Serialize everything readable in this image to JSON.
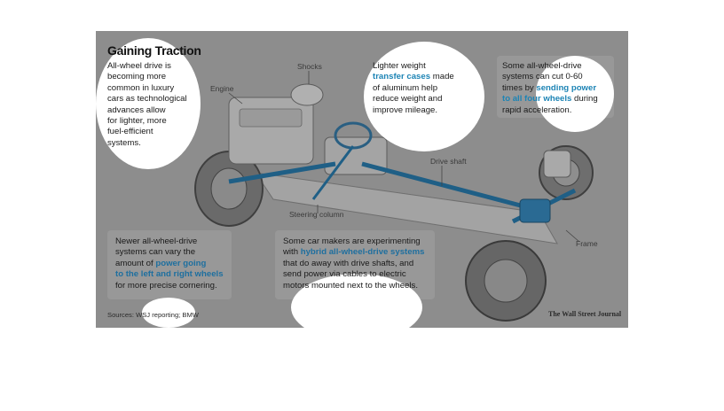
{
  "title": "Gaining Traction",
  "intro": {
    "lines": [
      "All-wheel drive is",
      "becoming more",
      "common in luxury",
      "cars as technological",
      "advances allow",
      "for lighter, more",
      "fuel-efficient",
      "systems."
    ]
  },
  "callout_transfer": {
    "l1": "Lighter weight",
    "l2_hl": "transfer cases",
    "l2_rest": " made",
    "l3": "of aluminum help",
    "l4": "reduce weight and",
    "l5": "improve mileage."
  },
  "callout_power": {
    "l1": "Some all-wheel-drive",
    "l2": "systems can cut 0-60",
    "l3_pre": "times by ",
    "l3_hl": "sending power",
    "l4_hl": "to all four wheels",
    "l4_rest": " during",
    "l5": "rapid acceleration."
  },
  "callout_vary": {
    "l1": "Newer all-wheel-drive",
    "l2": "systems can vary the",
    "l3_pre": "amount of ",
    "l3_hl": "power going",
    "l4_hl": "to the left and right wheels",
    "l5": "for more precise cornering."
  },
  "callout_hybrid": {
    "l1": "Some car makers are experimenting",
    "l2_pre": "with ",
    "l2_hl": "hybrid all-wheel-drive systems",
    "l3": "that do away with drive shafts, and",
    "l4": "send power via cables to electric",
    "l5": "motors mounted next to the wheels."
  },
  "labels": {
    "shocks": "Shocks",
    "engine": "Engine",
    "drive_shaft": "Drive shaft",
    "steering_column": "Steering column",
    "frame": "Frame"
  },
  "footer": {
    "sources": "Sources: WSJ reporting; BMW",
    "credit": "The Wall Street Journal"
  },
  "colors": {
    "panel": "#8d8d8d",
    "accent_blue": "#1d84b5",
    "drivetrain_blue": "#1f5f86"
  }
}
